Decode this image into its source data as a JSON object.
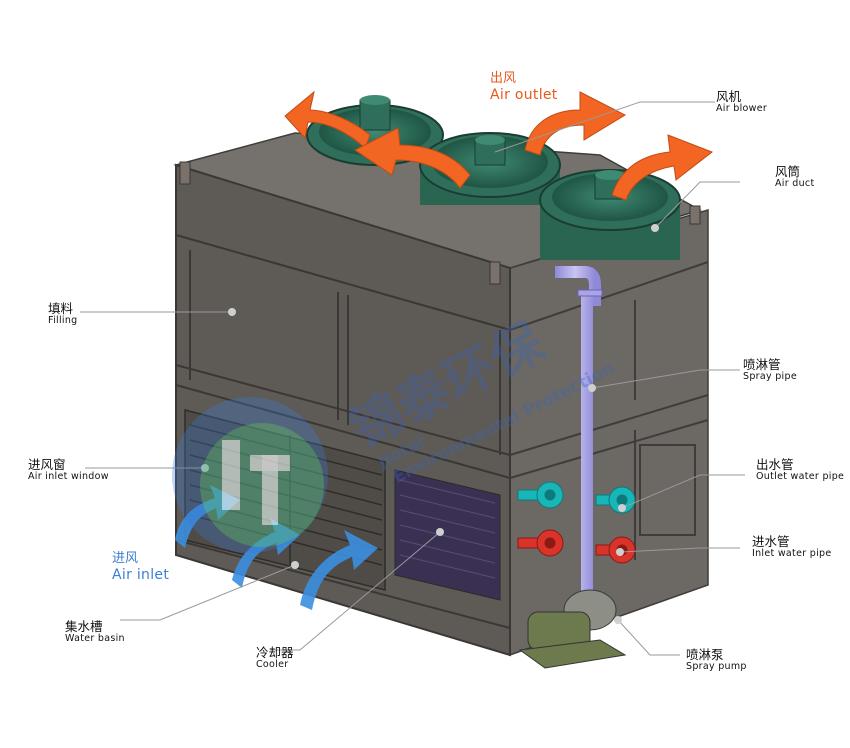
{
  "colors": {
    "casing": "#5e5a56",
    "fan": "#2e6e5a",
    "flow_arrow": "#f26522",
    "inlet_arrow": "#3b8fe0",
    "spray_pipe": "#a9a4e6",
    "pump": "#6d7a4e",
    "outlet_flange": "#19b6b8",
    "inlet_flange": "#d9332a"
  },
  "labels": {
    "air_outlet": {
      "zh": "出风",
      "en": "Air outlet"
    },
    "air_blower": {
      "zh": "风机",
      "en": "Air blower"
    },
    "air_duct": {
      "zh": "风筒",
      "en": "Air duct"
    },
    "filling": {
      "zh": "填料",
      "en": "Filling"
    },
    "spray_pipe": {
      "zh": "喷淋管",
      "en": "Spray pipe"
    },
    "air_inlet_window": {
      "zh": "进风窗",
      "en": "Air inlet window"
    },
    "outlet_water_pipe": {
      "zh": "出水管",
      "en": "Outlet water pipe"
    },
    "inlet_water_pipe": {
      "zh": "进水管",
      "en": "Inlet water pipe"
    },
    "air_inlet": {
      "zh": "进风",
      "en": "Air inlet"
    },
    "water_basin": {
      "zh": "集水槽",
      "en": "Water basin"
    },
    "cooler": {
      "zh": "冷却器",
      "en": "Cooler"
    },
    "spray_pump": {
      "zh": "喷淋泵",
      "en": "Spray pump"
    }
  },
  "watermark": {
    "company_zh": "锦泰环保",
    "company_en": "Environmental Protection",
    "partial": "Jintai"
  }
}
